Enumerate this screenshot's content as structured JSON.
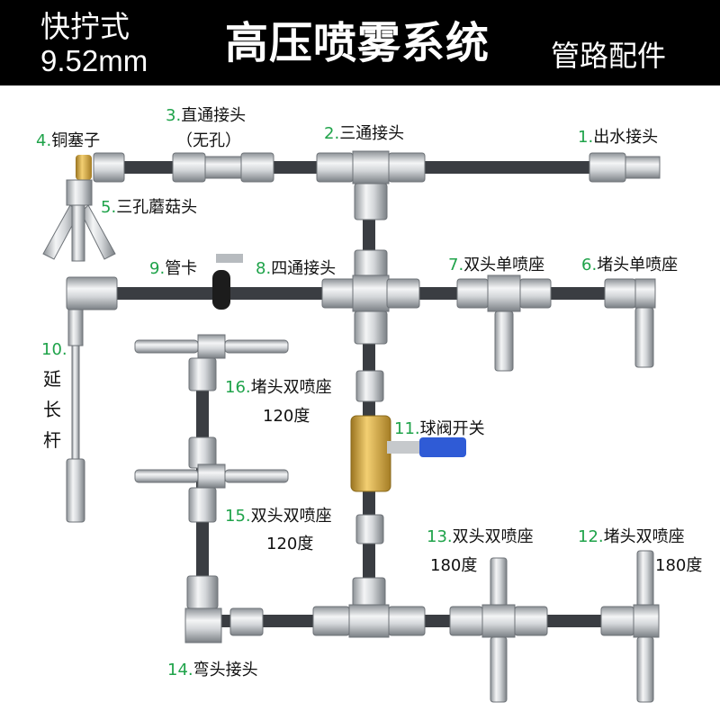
{
  "header": {
    "left_line1": "快拧式",
    "left_line2": "9.52mm",
    "title": "高压喷雾系统",
    "right": "管路配件"
  },
  "labels": {
    "l4": {
      "num": "4.",
      "text": "铜塞子"
    },
    "l3": {
      "num": "3.",
      "text": "直通接头"
    },
    "l3b": {
      "text": "（无孔）"
    },
    "l2": {
      "num": "2.",
      "text": "三通接头"
    },
    "l1": {
      "num": "1.",
      "text": "出水接头"
    },
    "l5": {
      "num": "5.",
      "text": "三孔蘑菇头"
    },
    "l9": {
      "num": "9.",
      "text": "管卡"
    },
    "l8": {
      "num": "8.",
      "text": "四通接头"
    },
    "l7": {
      "num": "7.",
      "text": "双头单喷座"
    },
    "l6": {
      "num": "6.",
      "text": "堵头单喷座"
    },
    "l10": {
      "num": "10.",
      "text": [
        "延",
        "长",
        "杆"
      ]
    },
    "l16": {
      "num": "16.",
      "text": "堵头双喷座",
      "angle": "120度"
    },
    "l11": {
      "num": "11.",
      "text": "球阀开关"
    },
    "l15": {
      "num": "15.",
      "text": "双头双喷座",
      "angle": "120度"
    },
    "l13": {
      "num": "13.",
      "text": "双头双喷座",
      "angle": "180度"
    },
    "l12": {
      "num": "12.",
      "text": "堵头双喷座",
      "angle": "180度"
    },
    "l14": {
      "num": "14.",
      "text": "弯头接头"
    }
  },
  "colors": {
    "header_bg": "#000000",
    "number_green": "#1fa34a",
    "pipe": "#3a3d42",
    "metal_light": "#e8eaec",
    "metal_dark": "#8d9297",
    "brass": "#d4a63a",
    "valve_handle": "#2f5bd6"
  }
}
